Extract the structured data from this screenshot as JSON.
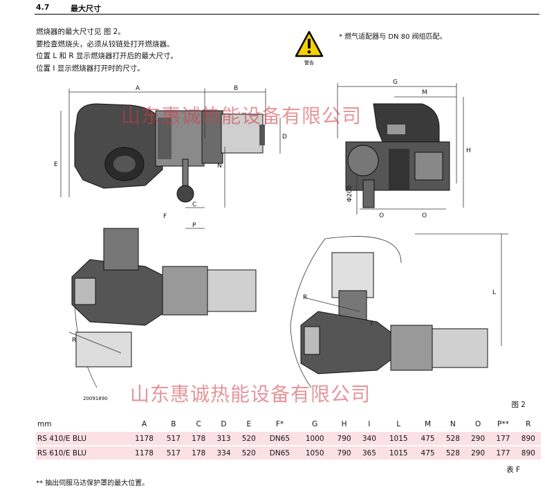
{
  "section": {
    "number": "4.7",
    "title": "最大尺寸"
  },
  "intro_lines": [
    "燃烧器的最大尺寸见 图 2。",
    "要检查燃烧头，必须从铰链处打开燃烧器。",
    "位置 L 和 R 显示燃烧器打开后的最大尺寸。",
    "位置 I 显示燃烧器打开时的尺寸。"
  ],
  "warning": {
    "icon": "warning-triangle-icon",
    "caption": "警告"
  },
  "side_note": "* 燃气适配器与 DN 80 阀组匹配。",
  "watermark": "山东惠诚热能设备有限公司",
  "figure": {
    "code": "20091890",
    "label": "图 2",
    "dimension_labels": [
      "A",
      "B",
      "C",
      "D",
      "E",
      "F",
      "G",
      "H",
      "I",
      "L",
      "M",
      "N",
      "O",
      "O",
      "P",
      "R",
      "Φ200"
    ]
  },
  "table": {
    "label": "表 F",
    "headers": [
      "mm",
      "A",
      "B",
      "C",
      "D",
      "E",
      "F*",
      "G",
      "H",
      "I",
      "L",
      "M",
      "N",
      "O",
      "P**",
      "R"
    ],
    "rows": [
      [
        "RS 410/E BLU",
        "1178",
        "517",
        "178",
        "313",
        "520",
        "DN65",
        "1000",
        "790",
        "340",
        "1015",
        "475",
        "528",
        "290",
        "177",
        "890"
      ],
      [
        "RS 610/E BLU",
        "1178",
        "517",
        "178",
        "334",
        "520",
        "DN65",
        "1050",
        "790",
        "365",
        "1015",
        "475",
        "528",
        "290",
        "177",
        "890"
      ]
    ]
  },
  "footnote": "** 抽出伺服马达保护罩的最大位置。"
}
